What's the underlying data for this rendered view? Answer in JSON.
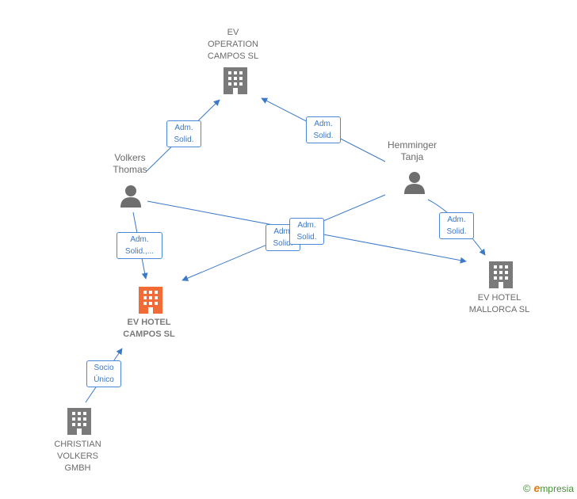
{
  "nodes": {
    "ev_operation": {
      "label": "EV\nOPERATION\nCAMPOS  SL"
    },
    "volkers_thomas": {
      "label": "Volkers\nThomas"
    },
    "hemminger_tanja": {
      "label": "Hemminger\nTanja"
    },
    "ev_hotel_campos": {
      "label": "EV HOTEL\nCAMPOS  SL"
    },
    "ev_hotel_mallorca": {
      "label": "EV HOTEL\nMALLORCA  SL"
    },
    "christian_volkers": {
      "label": "CHRISTIAN\nVOLKERS\nGMBH"
    }
  },
  "edges": {
    "volkers_to_operation": {
      "label": "Adm.\nSolid."
    },
    "hemminger_to_operation": {
      "label": "Adm.\nSolid."
    },
    "volkers_to_campos": {
      "label": "Adm.\nSolid.,..."
    },
    "volkers_to_mallorca": {
      "label": "Adm.\nSolid."
    },
    "hemminger_to_campos": {
      "label": "Adm.\nSolid."
    },
    "hemminger_to_mallorca": {
      "label": "Adm.\nSolid."
    },
    "christian_to_campos": {
      "label": "Socio\nÚnico"
    }
  },
  "colors": {
    "edge": "#3a78c8",
    "company_icon": "#7a7a7a",
    "focus_icon": "#f26a35",
    "person_icon": "#6e6e6e"
  },
  "brand": {
    "copyright": "©",
    "name_first": "e",
    "name_rest": "mpresia"
  }
}
